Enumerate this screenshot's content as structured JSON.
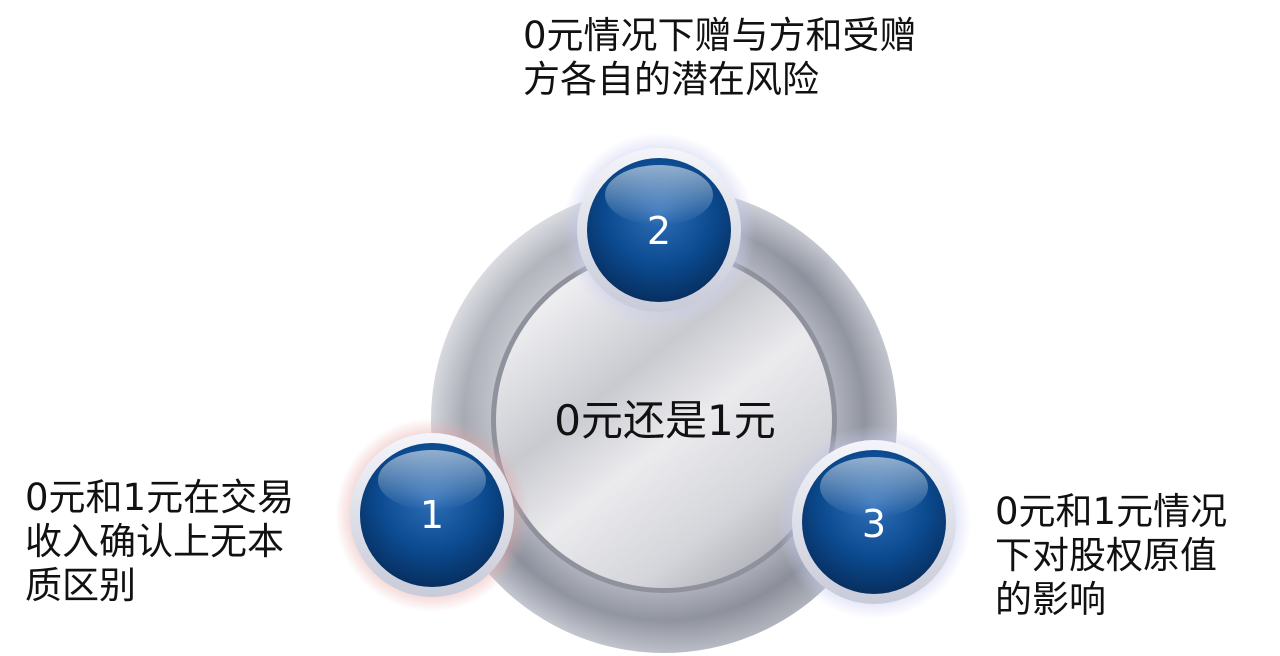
{
  "center": {
    "label": "0元还是1元"
  },
  "nodes": [
    {
      "number": "1",
      "caption": "0元和1元在交易\n收入确认上无本\n质区别"
    },
    {
      "number": "2",
      "caption": "0元情况下赠与方和受赠\n方各自的潜在风险"
    },
    {
      "number": "3",
      "caption": "0元和1元情况\n下对股权原值\n的影响"
    }
  ],
  "colors": {
    "node_fill": "#0b4a8f",
    "ring_gray": "#9ea3b0",
    "glow_node1": "#e8a9a9",
    "glow_node2_3": "#c9cdf0"
  }
}
